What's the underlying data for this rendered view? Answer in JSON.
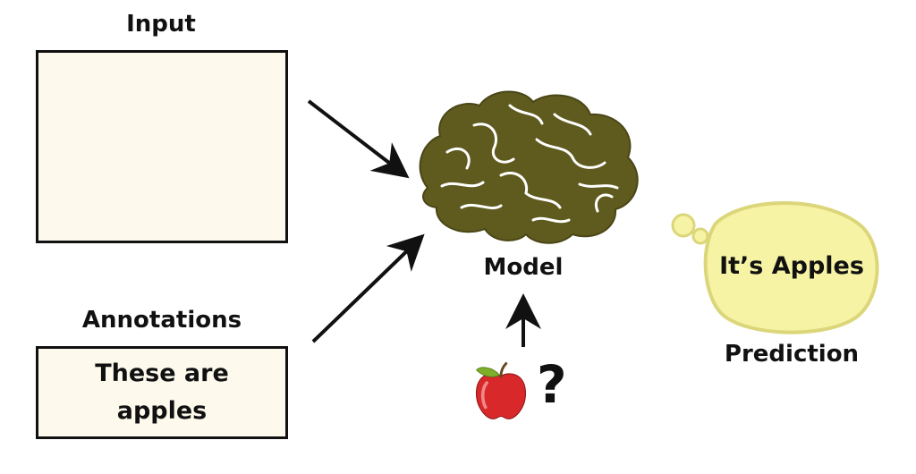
{
  "input": {
    "title": "Input"
  },
  "annotations": {
    "title": "Annotations",
    "text": "These are apples"
  },
  "model": {
    "label": "Model"
  },
  "query": {
    "symbol": "?"
  },
  "prediction": {
    "thought": "It’s Apples",
    "label": "Prediction"
  },
  "icons": {
    "apple": "apple-icon",
    "brain": "brain-icon",
    "thought": "thought-bubble-icon"
  },
  "colors": {
    "apple_red": "#d8282a",
    "apple_leaf": "#7fae2b",
    "brain": "#5f5a1e",
    "bubble_fill": "#f6f3a4",
    "bubble_stroke": "#dcd67a",
    "box_fill": "#fdf9ec"
  }
}
